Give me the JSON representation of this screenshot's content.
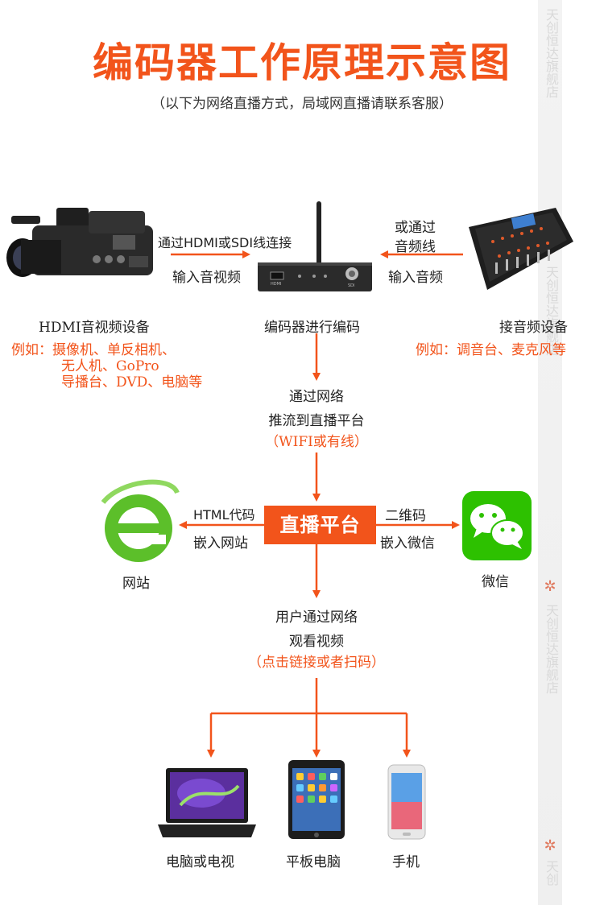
{
  "title": "编码器工作原理示意图",
  "subtitle": "（以下为网络直播方式，局域网直播请联系客服）",
  "watermark": {
    "text": "天创恒达旗舰店",
    "text2": "天创恒达旗舰店",
    "text3": "天创"
  },
  "left_connection": {
    "line1": "通过HDMI或SDI线连接",
    "line2": "输入音视频"
  },
  "right_connection": {
    "line1": "或通过",
    "line2": "音频线",
    "line3": "输入音频"
  },
  "encoder_label": "编码器进行编码",
  "encoder_device": {
    "port1": "HDMI",
    "port2": "SDI"
  },
  "hdmi_device": {
    "label": "HDMI音视频设备",
    "example1": "例如：摄像机、单反相机、",
    "example2": "无人机、GoPro",
    "example3": "导播台、DVD、电脑等"
  },
  "audio_device": {
    "label": "接音频设备",
    "example": "例如：调音台、麦克风等"
  },
  "stream": {
    "line1": "通过网络",
    "line2": "推流到直播平台",
    "line3": "（WIFI或有线）"
  },
  "platform": "直播平台",
  "website": {
    "line1": "HTML代码",
    "line2": "嵌入网站",
    "label": "网站"
  },
  "wechat": {
    "line1": "二维码",
    "line2": "嵌入微信",
    "label": "微信"
  },
  "viewer": {
    "line1": "用户通过网络",
    "line2": "观看视频",
    "line3": "（点击链接或者扫码）"
  },
  "devices": {
    "laptop": "电脑或电视",
    "tablet": "平板电脑",
    "phone": "手机"
  },
  "colors": {
    "accent": "#f2541b",
    "wechat_green": "#2dc100",
    "ie_green": "#5cbf2a"
  }
}
